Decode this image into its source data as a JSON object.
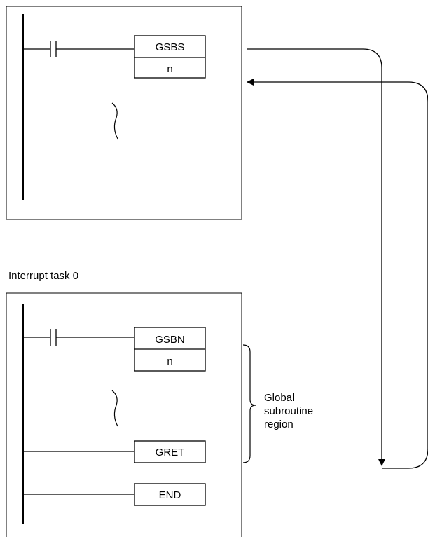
{
  "upper_program": {
    "instruction": "GSBS",
    "operand": "n"
  },
  "interrupt_task": {
    "label": "Interrupt task 0",
    "instruction": "GSBN",
    "operand": "n",
    "return_instruction": "GRET",
    "end_instruction": "END"
  },
  "region_label": {
    "line1": "Global",
    "line2": "subroutine",
    "line3": "region"
  }
}
